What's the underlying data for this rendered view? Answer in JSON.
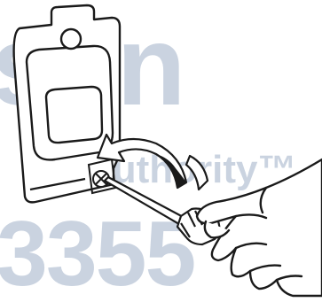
{
  "illustration": {
    "subject": "hand-with-screwdriver-removing-battery-cover-screw",
    "line_color": "#1a1a1a",
    "background_color": "#ffffff",
    "watermark_color": "#9fb0c8",
    "watermark_text": {
      "top": "son",
      "middle": "Authority™",
      "bottom": "3355"
    }
  }
}
